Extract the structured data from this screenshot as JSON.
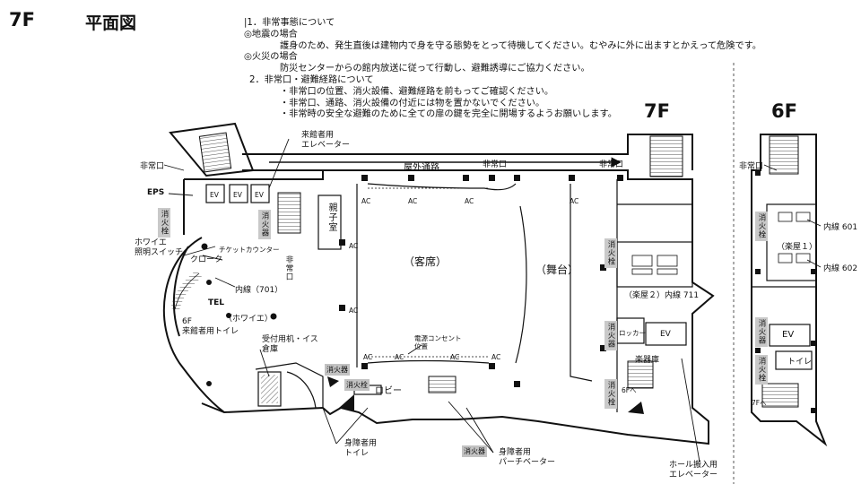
{
  "header": {
    "floor": "7F",
    "title": "平面図"
  },
  "notes": {
    "section1": "|1．非常事態について",
    "eq_title": "◎地震の場合",
    "eq_text": "護身のため、発生直後は建物内で身を守る態勢をとって待機してください。むやみに外に出ますとかえって危険です。",
    "fire_title": "◎火災の場合",
    "fire_text": "防災センターからの館内放送に従って行動し、避難誘導にご協力ください。",
    "section2": "2．非常口・避難経路について",
    "bullet1": "・非常口の位置、消火設備、避難経路を前もってご確認ください。",
    "bullet2": "・非常口、通路、消火設備の付近には物を置かないでください。",
    "bullet3": "・非常時の安全な避難のために全ての扉の鍵を完全に開場するようお願いします。"
  },
  "plan7f": {
    "floor_label": "7F",
    "visitor_elevator": "来館者用\nエレベーター",
    "outdoor_passage": "屋外通路",
    "emergency_exit": "非常口",
    "eps": "EPS",
    "ev": "EV",
    "hydrant": "消火栓",
    "extinguisher": "消火器",
    "parent_child_room": "親子室",
    "ticket_counter": "チケットカウンター",
    "foyer_light_switch": "ホワイエ\n照明スイッチ",
    "cloak": "クローク",
    "ext_701": "内線（701）",
    "tel": "TEL",
    "foyer": "（ホワイエ）",
    "toilet_6f": "6F\n来館者用トイレ",
    "seats": "（客席）",
    "stage": "（舞台）",
    "green_room2": "（楽屋２）内線 711",
    "locker": "ロッカー",
    "instrument_storage": "楽器庫",
    "to_6f": "6Fへ",
    "reception_storage": "受付用机・イス\n倉庫",
    "power_outlet": "電源コンセント\n位置",
    "lobby": "ロビー",
    "accessible_toilet": "身障者用\nトイレ",
    "accessible_lift": "身障者用\nパーチベーター",
    "hall_loading_ev": "ホール搬入用\nエレベーター",
    "ac": "AC"
  },
  "plan6f": {
    "floor_label": "6F",
    "emergency_exit": "非常口",
    "hydrant": "消火栓",
    "extinguisher": "消火器",
    "ext_601": "内線 601",
    "green_room1": "（楽屋１）",
    "ext_602": "内線 602",
    "ev": "EV",
    "toilet": "トイレ",
    "to_7f": "7Fへ"
  },
  "colors": {
    "line": "#111111",
    "tag_grey": "#c2c2c2",
    "hatch": "#888888"
  }
}
